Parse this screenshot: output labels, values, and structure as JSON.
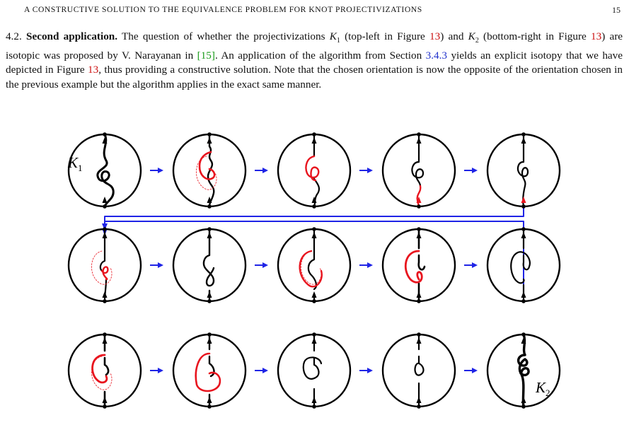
{
  "header": {
    "running_title": "A CONSTRUCTIVE SOLUTION TO THE EQUIVALENCE PROBLEM FOR KNOT PROJECTIVIZATIONS",
    "page_number": "15"
  },
  "section": {
    "number": "4.2.",
    "title": "Second application.",
    "t1": "The question of whether the projectivizations",
    "k1": "K",
    "k1_sub": "1",
    "t2": "(top-left in Figure",
    "fig1": "13",
    "t3": ") and",
    "k2": "K",
    "k2_sub": "2",
    "t4": "(bottom-right in Figure",
    "fig2": "13",
    "t5": ") are isotopic was proposed by V. Narayanan in",
    "cite_open": "[",
    "cite": "15",
    "cite_close": "]",
    "t6": ". An application of the algorithm from Section",
    "sec_ref": "3.4.3",
    "t7": "yields an explicit isotopy that we have depicted in Figure",
    "fig3": "13",
    "t8": ", thus providing a constructive solution. Note that the chosen orientation is now the opposite of the orientation chosen in the previous example but the algorithm applies in the exact same manner."
  },
  "figure": {
    "label_start": "K",
    "label_start_sub": "1",
    "label_end": "K",
    "label_end_sub": "2",
    "highlight_color": "#e8141e",
    "arrow_color": "#1f24e6",
    "ink_color": "#000000"
  }
}
